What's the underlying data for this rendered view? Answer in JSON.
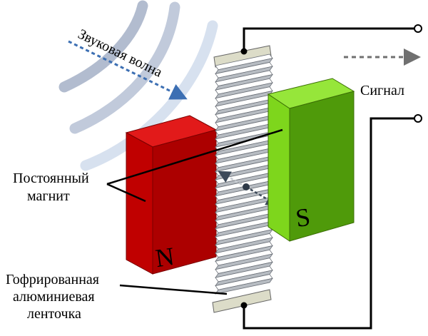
{
  "labels": {
    "sound_wave": "Звуковая волна",
    "signal": "Сигнал",
    "magnet_line1": "Постоянный",
    "magnet_line2": "магнит",
    "ribbon_line1": "Гофрированная",
    "ribbon_line2": "алюминиевая",
    "ribbon_line3": "ленточка",
    "north": "N",
    "south": "S"
  },
  "colors": {
    "north_front": "#c00000",
    "north_side": "#a80000",
    "north_top": "#e21a1a",
    "south_front": "#4f9a0a",
    "south_side": "#7ed61c",
    "south_top": "#96e63a",
    "wave_dark": "#a9b3c9",
    "wave_light": "#d7e1ef",
    "wave_arrow": "#3c6fb3",
    "ribbon_light": "#ffffff",
    "ribbon_dark": "#b7bcc2",
    "clamp": "#dcdcc8",
    "signal_arrow": "#707070"
  }
}
